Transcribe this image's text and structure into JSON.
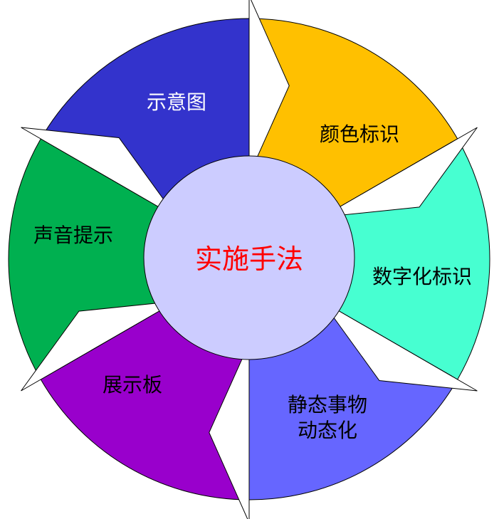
{
  "center": {
    "label": "实施手法",
    "color": "#CCCCFF",
    "text_color": "#FF0000"
  },
  "segments": [
    {
      "label": "颜色标识",
      "color": "#FFC000",
      "text_color": "#000000"
    },
    {
      "label": "数字化标识",
      "color": "#47FFD1",
      "text_color": "#000000"
    },
    {
      "label": "静态事物",
      "label2": "动态化",
      "color": "#6666FF",
      "text_color": "#000000"
    },
    {
      "label": "展示板",
      "color": "#9900CC",
      "text_color": "#000000"
    },
    {
      "label": "声音提示",
      "color": "#00B050",
      "text_color": "#000000"
    },
    {
      "label": "示意图",
      "color": "#3333CC",
      "text_color": "#FFFFFF"
    }
  ]
}
